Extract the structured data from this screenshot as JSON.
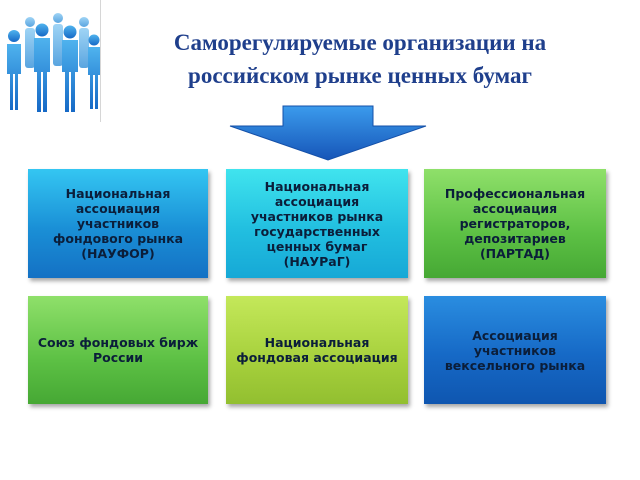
{
  "title": {
    "line1": "Саморегулируемые организации на",
    "line2": "российском рынке ценных бумаг"
  },
  "logo": {
    "icon": "business-people-icon",
    "color": "#1a8fd6"
  },
  "colors": {
    "title": "#1f3f8c",
    "arrow": "#1e73d0",
    "box_blue": "#1a8fd6",
    "box_cyan": "#22bfe0",
    "box_green": "#5cc044",
    "box_lime": "#a6d03c",
    "box_navy": "#1669c6"
  },
  "organizations": [
    {
      "label": "Национальная ассоциация участников фондового рынка (НАУФОР)"
    },
    {
      "label": "Национальная ассоциация участников рынка государственных ценных бумаг (НАУРаГ)"
    },
    {
      "label": "Профессиональная ассоциация регистраторов, депозитариев (ПАРТАД)"
    },
    {
      "label": "Союз фондовых бирж России"
    },
    {
      "label": "Национальная фондовая ассоциация"
    },
    {
      "label": "Ассоциация участников вексельного рынка"
    }
  ]
}
